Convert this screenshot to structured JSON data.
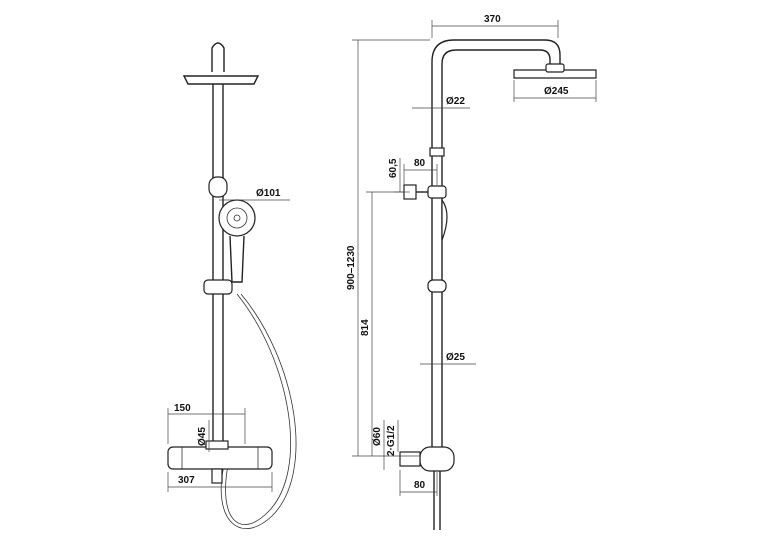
{
  "dimensions": {
    "top_width": "370",
    "head_diameter": "Ø245",
    "pipe_upper": "Ø22",
    "handshower": "Ø101",
    "bracket_w": "80",
    "bracket_h": "60,5",
    "height_range": "900–1230",
    "height_814": "814",
    "pipe_lower": "Ø25",
    "thermo_diam": "Ø45",
    "offset_150": "150",
    "width_307": "307",
    "inlet_diam": "Ø60",
    "inlet_thread": "2·G1/2",
    "inlet_w": "80"
  }
}
